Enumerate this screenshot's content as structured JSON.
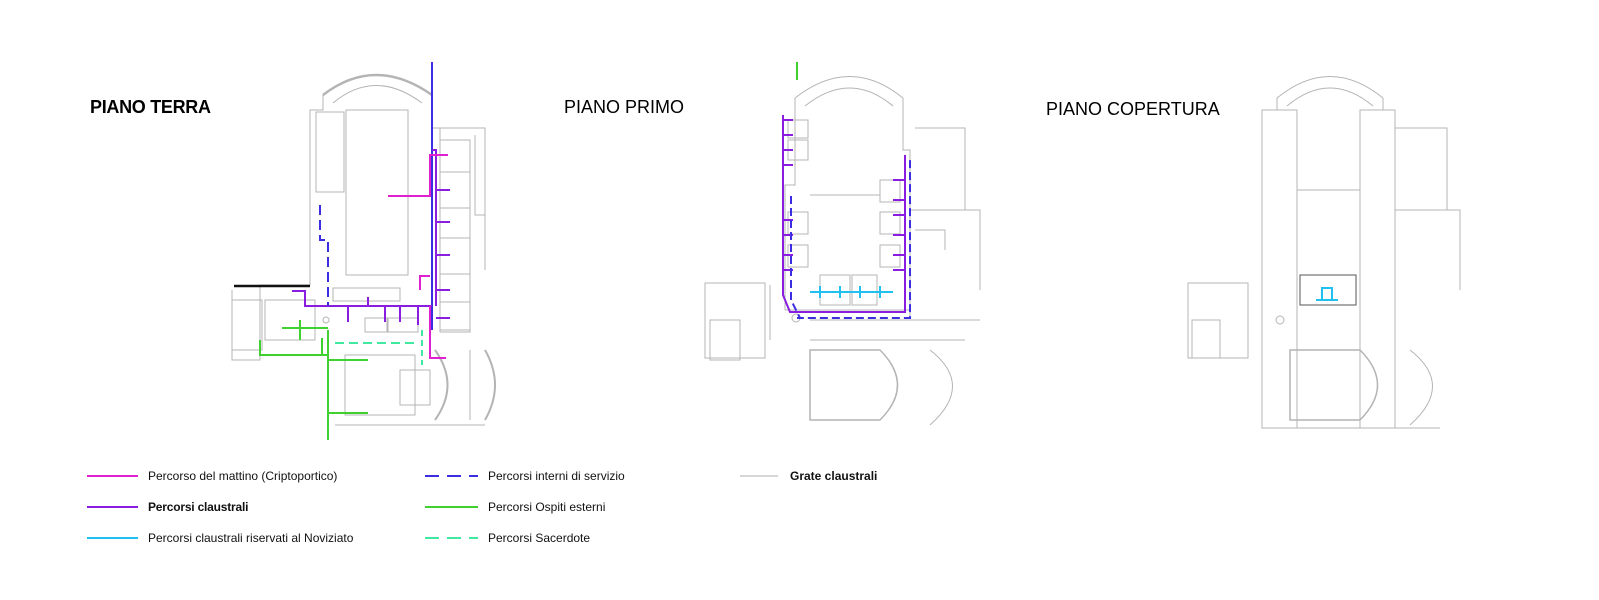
{
  "titles": {
    "ground": "PIANO TERRA",
    "first": "PIANO PRIMO",
    "roof": "PIANO COPERTURA"
  },
  "colors": {
    "percorso_mattino": "#e020d0",
    "percorsi_claustrali": "#8a1ee0",
    "percorsi_noviziato": "#20c0f0",
    "percorsi_interni_servizio": "#3a2ee0",
    "percorsi_ospiti": "#40d030",
    "percorsi_sacerdote": "#40e8a0",
    "grate": "#c8c8c8",
    "walls": "#b4b4b4"
  },
  "legend": [
    {
      "label": "Percorso del mattino (Criptoportico)",
      "style": "solid",
      "color": "#e020d0"
    },
    {
      "label": "Percorsi claustrali",
      "style": "solid",
      "color": "#8a1ee0"
    },
    {
      "label": "Percorsi claustrali riservati al Noviziato",
      "style": "solid",
      "color": "#20c0f0"
    },
    {
      "label": "Percorsi interni di servizio",
      "style": "dashed",
      "color": "#3a2ee0"
    },
    {
      "label": "Percorsi Ospiti esterni",
      "style": "solid",
      "color": "#40d030"
    },
    {
      "label": "Percorsi Sacerdote",
      "style": "dashed",
      "color": "#40e8a0"
    },
    {
      "label": "Grate claustrali",
      "style": "solid",
      "color": "#c8c8c8"
    }
  ]
}
